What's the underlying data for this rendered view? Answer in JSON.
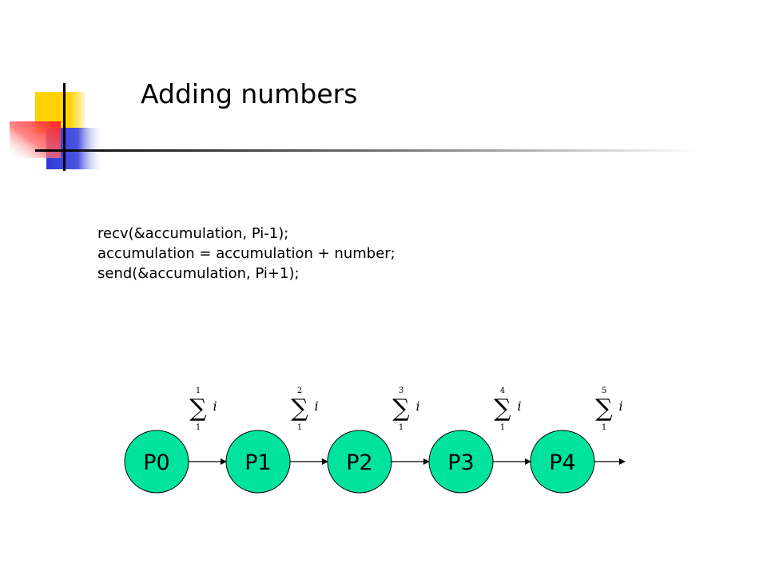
{
  "slide": {
    "title": "Adding numbers"
  },
  "code_lines": [
    "recv(&accumulation, Pi-1);",
    "accumulation = accumulation + number;",
    "send(&accumulation, Pi+1);"
  ],
  "pipeline": {
    "node_color": "#00E39E",
    "nodes": [
      {
        "label": "P0",
        "sum": {
          "upper": "1",
          "lower": "1",
          "var": "i"
        }
      },
      {
        "label": "P1",
        "sum": {
          "upper": "2",
          "lower": "1",
          "var": "i"
        }
      },
      {
        "label": "P2",
        "sum": {
          "upper": "3",
          "lower": "1",
          "var": "i"
        }
      },
      {
        "label": "P3",
        "sum": {
          "upper": "4",
          "lower": "1",
          "var": "i"
        }
      },
      {
        "label": "P4",
        "sum": {
          "upper": "5",
          "lower": "1",
          "var": "i"
        }
      }
    ]
  },
  "colors": {
    "accent_yellow": "#FFD200",
    "accent_red": "#FF3030",
    "accent_blue": "#2E3ADB"
  }
}
